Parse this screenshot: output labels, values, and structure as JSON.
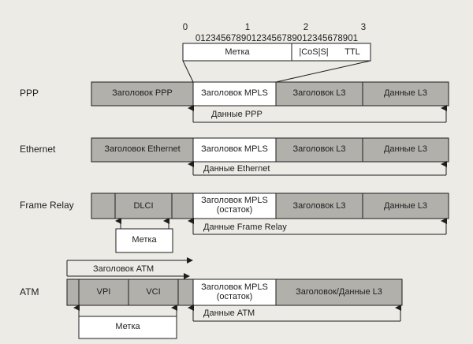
{
  "bit_ruler": {
    "tens": [
      "0",
      "1",
      "2",
      "3"
    ],
    "digits": "01234567890123456789012345678901",
    "fields": [
      "Метка",
      "|CoS|S|",
      "TTL"
    ]
  },
  "rows": {
    "ppp": {
      "label": "PPP",
      "cells": [
        "Заголовок PPP",
        "Заголовок MPLS",
        "Заголовок L3",
        "Данные L3"
      ],
      "payload": "Данные PPP"
    },
    "ethernet": {
      "label": "Ethernet",
      "cells": [
        "Заголовок Ethernet",
        "Заголовок MPLS",
        "Заголовок L3",
        "Данные L3"
      ],
      "payload": "Данные Ethernet"
    },
    "frame_relay": {
      "label": "Frame Relay",
      "cells": [
        "DLCI",
        "Заголовок MPLS (остаток)",
        "Заголовок L3",
        "Данные L3"
      ],
      "payload": "Данные Frame Relay",
      "label_box": "Метка"
    },
    "atm": {
      "label": "ATM",
      "header_span": "Заголовок ATM",
      "cells": [
        "VPI",
        "VCI",
        "Заголовок MPLS (остаток)",
        "Заголовок/Данные L3"
      ],
      "payload": "Данные ATM",
      "label_box": "Метка"
    }
  }
}
